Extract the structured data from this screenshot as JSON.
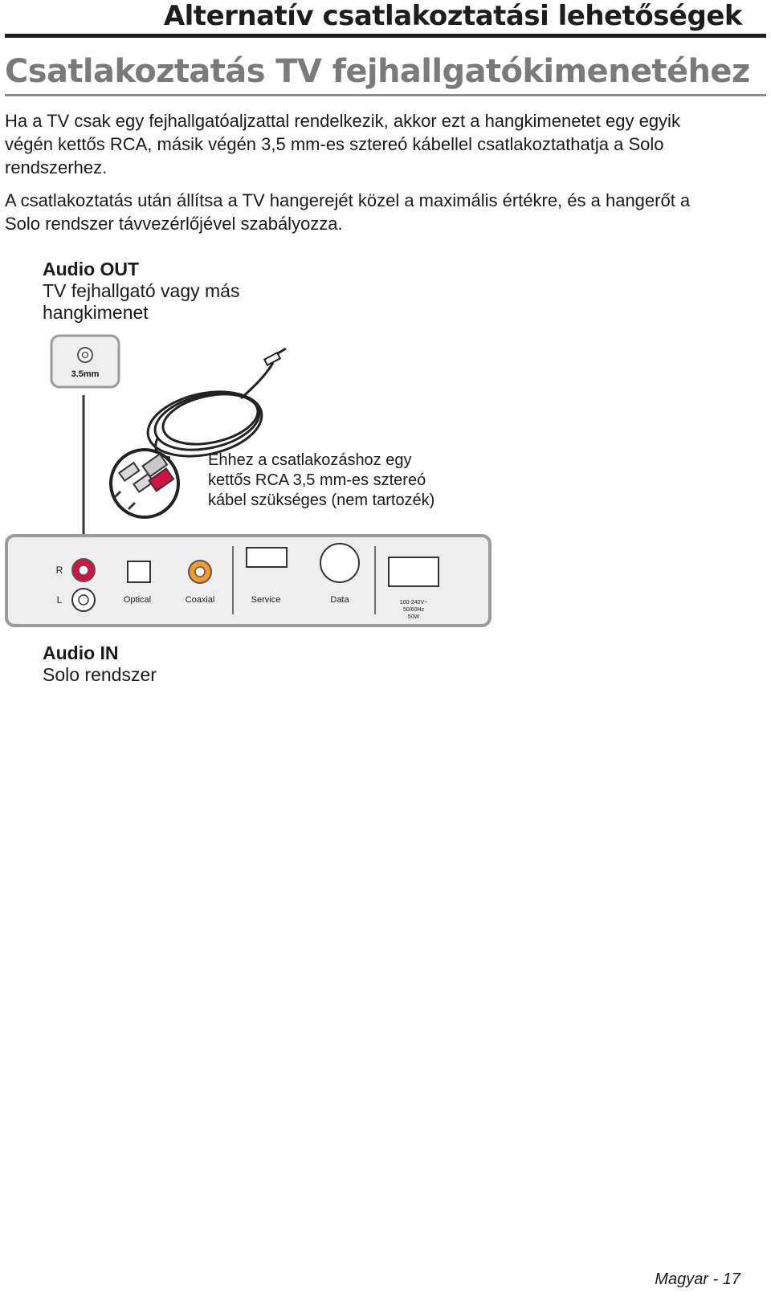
{
  "header": {
    "section_title": "Alternatív csatlakoztatási lehetőségek"
  },
  "page_title": "Csatlakoztatás TV fejhallgatókimenetéhez",
  "paragraphs": [
    "Ha a TV csak egy fejhallgatóaljzattal rendelkezik, akkor ezt a hangkimenetet egy egyik végén kettős RCA, másik végén 3,5 mm-es sztereó kábellel csatlakoztathatja a Solo rendszerhez.",
    "A csatlakoztatás után állítsa a TV hangerejét közel a maximális értékre, és a hangerőt a Solo rendszer távvezérlőjével szabályozza."
  ],
  "diagram": {
    "audio_out": {
      "title": "Audio OUT",
      "line1": "TV fejhallgató vagy más",
      "line2": "hangkimenet",
      "jack_label": "3.5mm"
    },
    "cable_note": {
      "line1": "Ehhez a csatlakozáshoz egy",
      "line2": "kettős RCA 3,5 mm-es sztereó",
      "line3": "kábel szükséges (nem tartozék)"
    },
    "panel": {
      "right_label": "R",
      "left_label": "L",
      "optical": "Optical",
      "coaxial": "Coaxial",
      "service": "Service",
      "data": "Data",
      "power_line1": "100-240V~",
      "power_line2": "50/60Hz",
      "power_line3": "50W"
    },
    "audio_in": {
      "title": "Audio IN",
      "subtitle": "Solo rendszer"
    },
    "colors": {
      "rca_red": "#d31145",
      "coaxial_orange": "#f39a2e",
      "panel_fill": "#eeeeee",
      "panel_border": "#9a9a9a"
    }
  },
  "footer": {
    "page_label": "Magyar - 17"
  }
}
